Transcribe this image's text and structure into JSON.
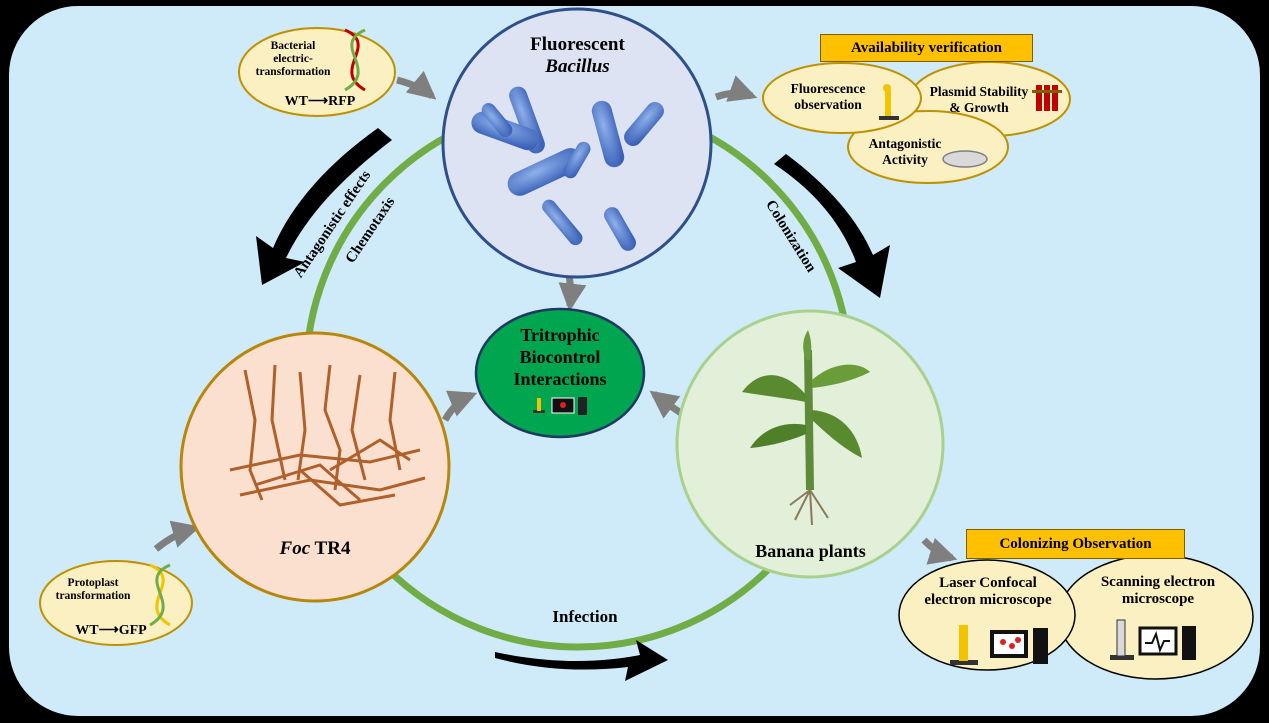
{
  "nodes": {
    "bacillus": {
      "line1": "Fluorescent",
      "line2": "Bacillus"
    },
    "foc": {
      "italic": "Foc",
      "rest": " TR4"
    },
    "banana": {
      "label": "Banana plants"
    },
    "center": {
      "line1": "Tritrophic",
      "line2": "Biocontrol",
      "line3": "Interactions"
    }
  },
  "edges": {
    "antagonistic": "Antagonistic effects",
    "chemotaxis": "Chemotaxis",
    "colonization": "Colonization",
    "infection": "Infection"
  },
  "transformations": {
    "bacterial": {
      "line1": "Bacterial",
      "line2": "electric-",
      "line3": "transformation",
      "from": "WT",
      "to": "RFP"
    },
    "protoplast": {
      "line1": "Protoplast",
      "line2": "transformation",
      "from": "WT",
      "to": "GFP"
    }
  },
  "availability": {
    "title": "Availability verification",
    "fluorescence": {
      "line1": "Fluorescence",
      "line2": "observation"
    },
    "plasmid": {
      "line1": "Plasmid Stability",
      "line2": "& Growth"
    },
    "antagonistic": {
      "line1": "Antagonistic",
      "line2": "Activity"
    }
  },
  "colonizing": {
    "title": "Colonizing Observation",
    "confocal": {
      "line1": "Laser Confocal",
      "line2": "electron microscope"
    },
    "sem": {
      "line1": "Scanning electron",
      "line2": "microscope"
    }
  },
  "colors": {
    "background": "#cfeaf8",
    "cycle": "#70ad47",
    "bacillus_fill": "#dde3f3",
    "bacillus_stroke": "#2f4f8a",
    "foc_fill": "#fbe0d0",
    "foc_stroke": "#b8860b",
    "banana_fill": "#e2f0d9",
    "center_fill": "#00a64f",
    "bubble_fill": "#fbf0c2",
    "title_box": "#ffc000"
  }
}
